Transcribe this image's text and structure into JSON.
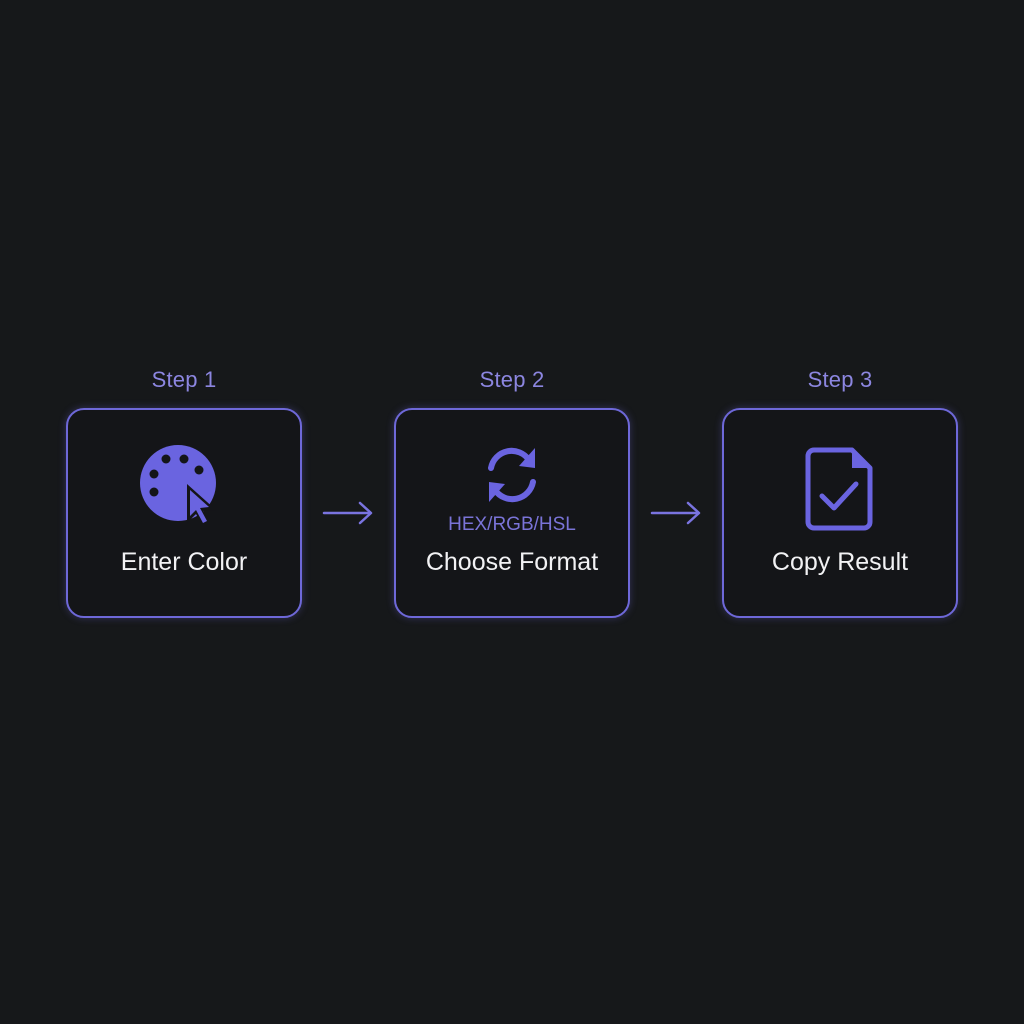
{
  "colors": {
    "background": "#16181a",
    "accent": "#6e68d8",
    "icon_fill": "#6a64e0",
    "step_label": "#8c86e0",
    "title_text": "#f2f2f4"
  },
  "steps": [
    {
      "label": "Step 1",
      "title": "Enter Color",
      "icon": "palette-cursor-icon"
    },
    {
      "label": "Step 2",
      "title": "Choose Format",
      "subtitle": "HEX/RGB/HSL",
      "icon": "refresh-icon"
    },
    {
      "label": "Step 3",
      "title": "Copy Result",
      "icon": "document-check-icon"
    }
  ],
  "arrows": [
    {
      "icon": "arrow-right-icon"
    },
    {
      "icon": "arrow-right-icon"
    }
  ]
}
